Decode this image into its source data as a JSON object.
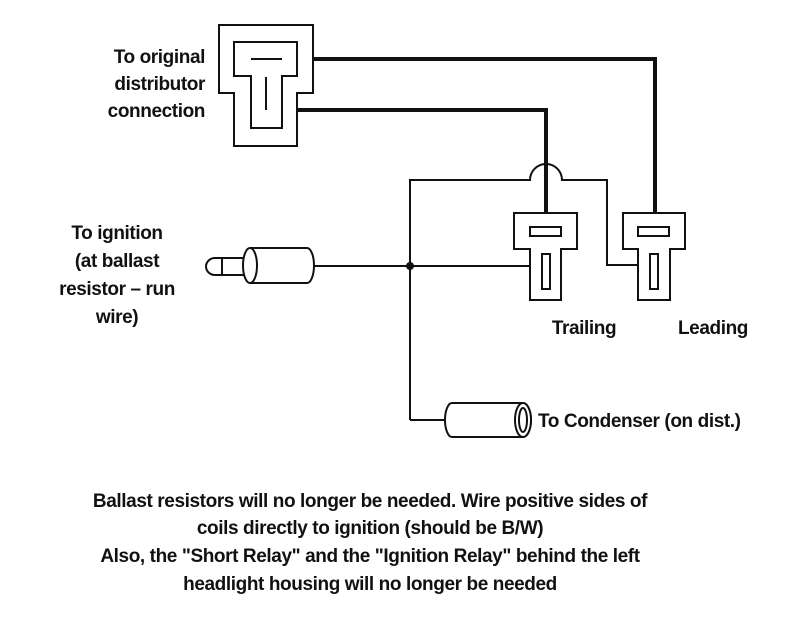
{
  "labels": {
    "distributor": [
      "To original",
      "distributor",
      "connection"
    ],
    "ignition": [
      "To ignition",
      "(at ballast",
      "resistor – run",
      "wire)"
    ],
    "trailing": "Trailing",
    "leading": "Leading",
    "condenser": "To Condenser (on dist.)"
  },
  "note": [
    "Ballast resistors will no longer be needed. Wire positive sides of",
    "coils directly to ignition (should be B/W)",
    "Also, the \"Short Relay\" and the \"Ignition Relay\" behind the left",
    "headlight housing will no longer be needed"
  ],
  "colors": {
    "line": "#111111",
    "background": "#ffffff"
  }
}
